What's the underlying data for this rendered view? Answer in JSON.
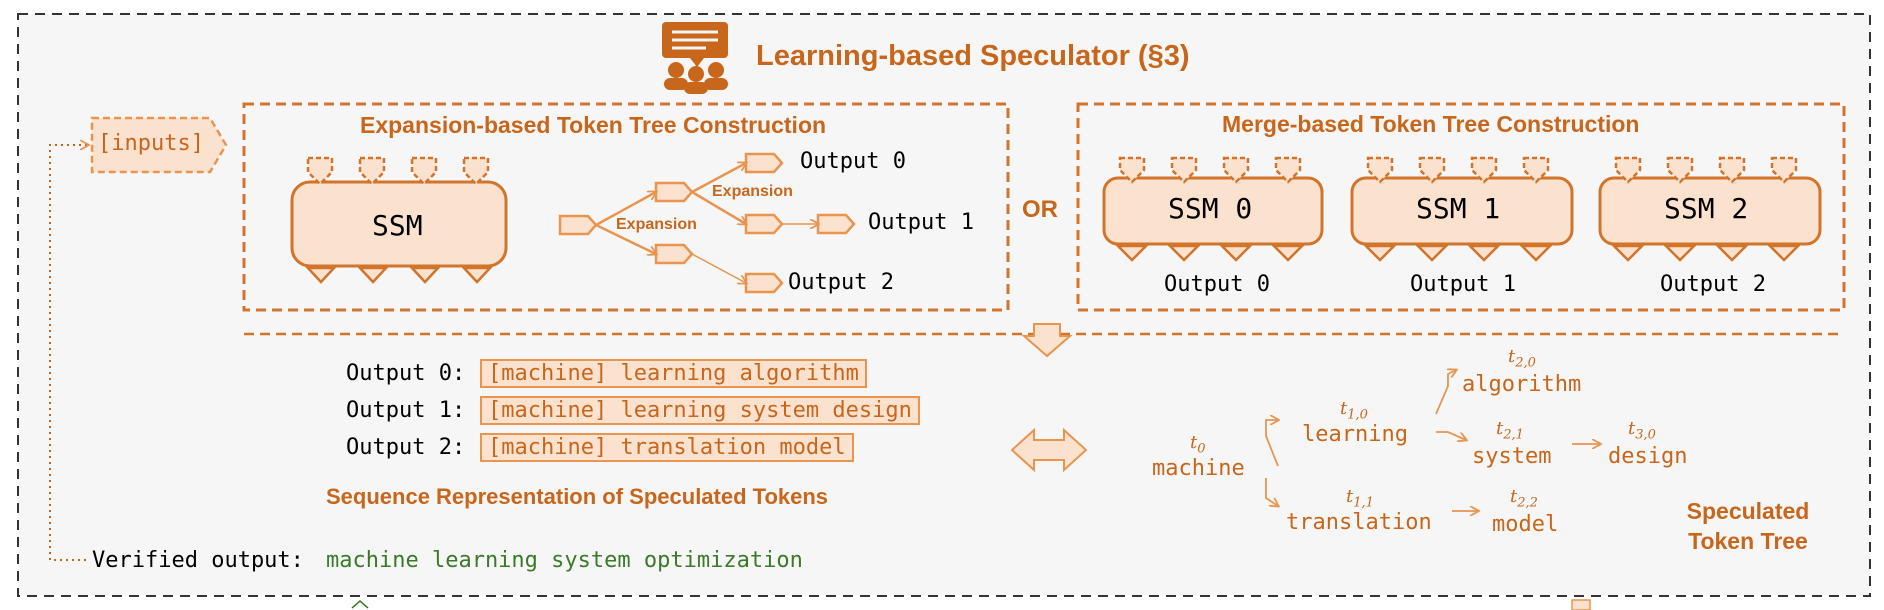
{
  "title": "Learning-based Speculator (§3)",
  "input_tag": "[inputs]",
  "expansion_panel": {
    "title": "Expansion-based Token Tree Construction",
    "model_label": "SSM",
    "edge_label_1": "Expansion",
    "edge_label_2": "Expansion",
    "outputs": [
      "Output 0",
      "Output 1",
      "Output 2"
    ]
  },
  "or_label": "OR",
  "merge_panel": {
    "title": "Merge-based Token Tree Construction",
    "models": [
      {
        "label": "SSM 0",
        "output": "Output 0"
      },
      {
        "label": "SSM 1",
        "output": "Output 1"
      },
      {
        "label": "SSM 2",
        "output": "Output 2"
      }
    ]
  },
  "sequences": {
    "rows": [
      {
        "prefix": "Output 0:",
        "text": "[machine] learning algorithm"
      },
      {
        "prefix": "Output 1:",
        "text": "[machine] learning system design"
      },
      {
        "prefix": "Output 2:",
        "text": "[machine] translation model"
      }
    ],
    "caption": "Sequence Representation of Speculated Tokens"
  },
  "token_tree": {
    "nodes": [
      {
        "symbol": "t",
        "sub": "0",
        "word": "machine"
      },
      {
        "symbol": "t",
        "sub": "1,0",
        "word": "learning"
      },
      {
        "symbol": "t",
        "sub": "1,1",
        "word": "translation"
      },
      {
        "symbol": "t",
        "sub": "2,0",
        "word": "algorithm"
      },
      {
        "symbol": "t",
        "sub": "2,1",
        "word": "system"
      },
      {
        "symbol": "t",
        "sub": "2,2",
        "word": "model"
      },
      {
        "symbol": "t",
        "sub": "3,0",
        "word": "design"
      }
    ],
    "caption_line1": "Speculated",
    "caption_line2": "Token Tree"
  },
  "verified": {
    "label": "Verified output:",
    "text": "machine learning system optimization"
  },
  "colors": {
    "accent": "#c8661b",
    "accent_light": "#e9944f",
    "fill_light": "#fbe2cf",
    "panel_bg": "#f6f6f6",
    "green": "#3b7a2a"
  }
}
